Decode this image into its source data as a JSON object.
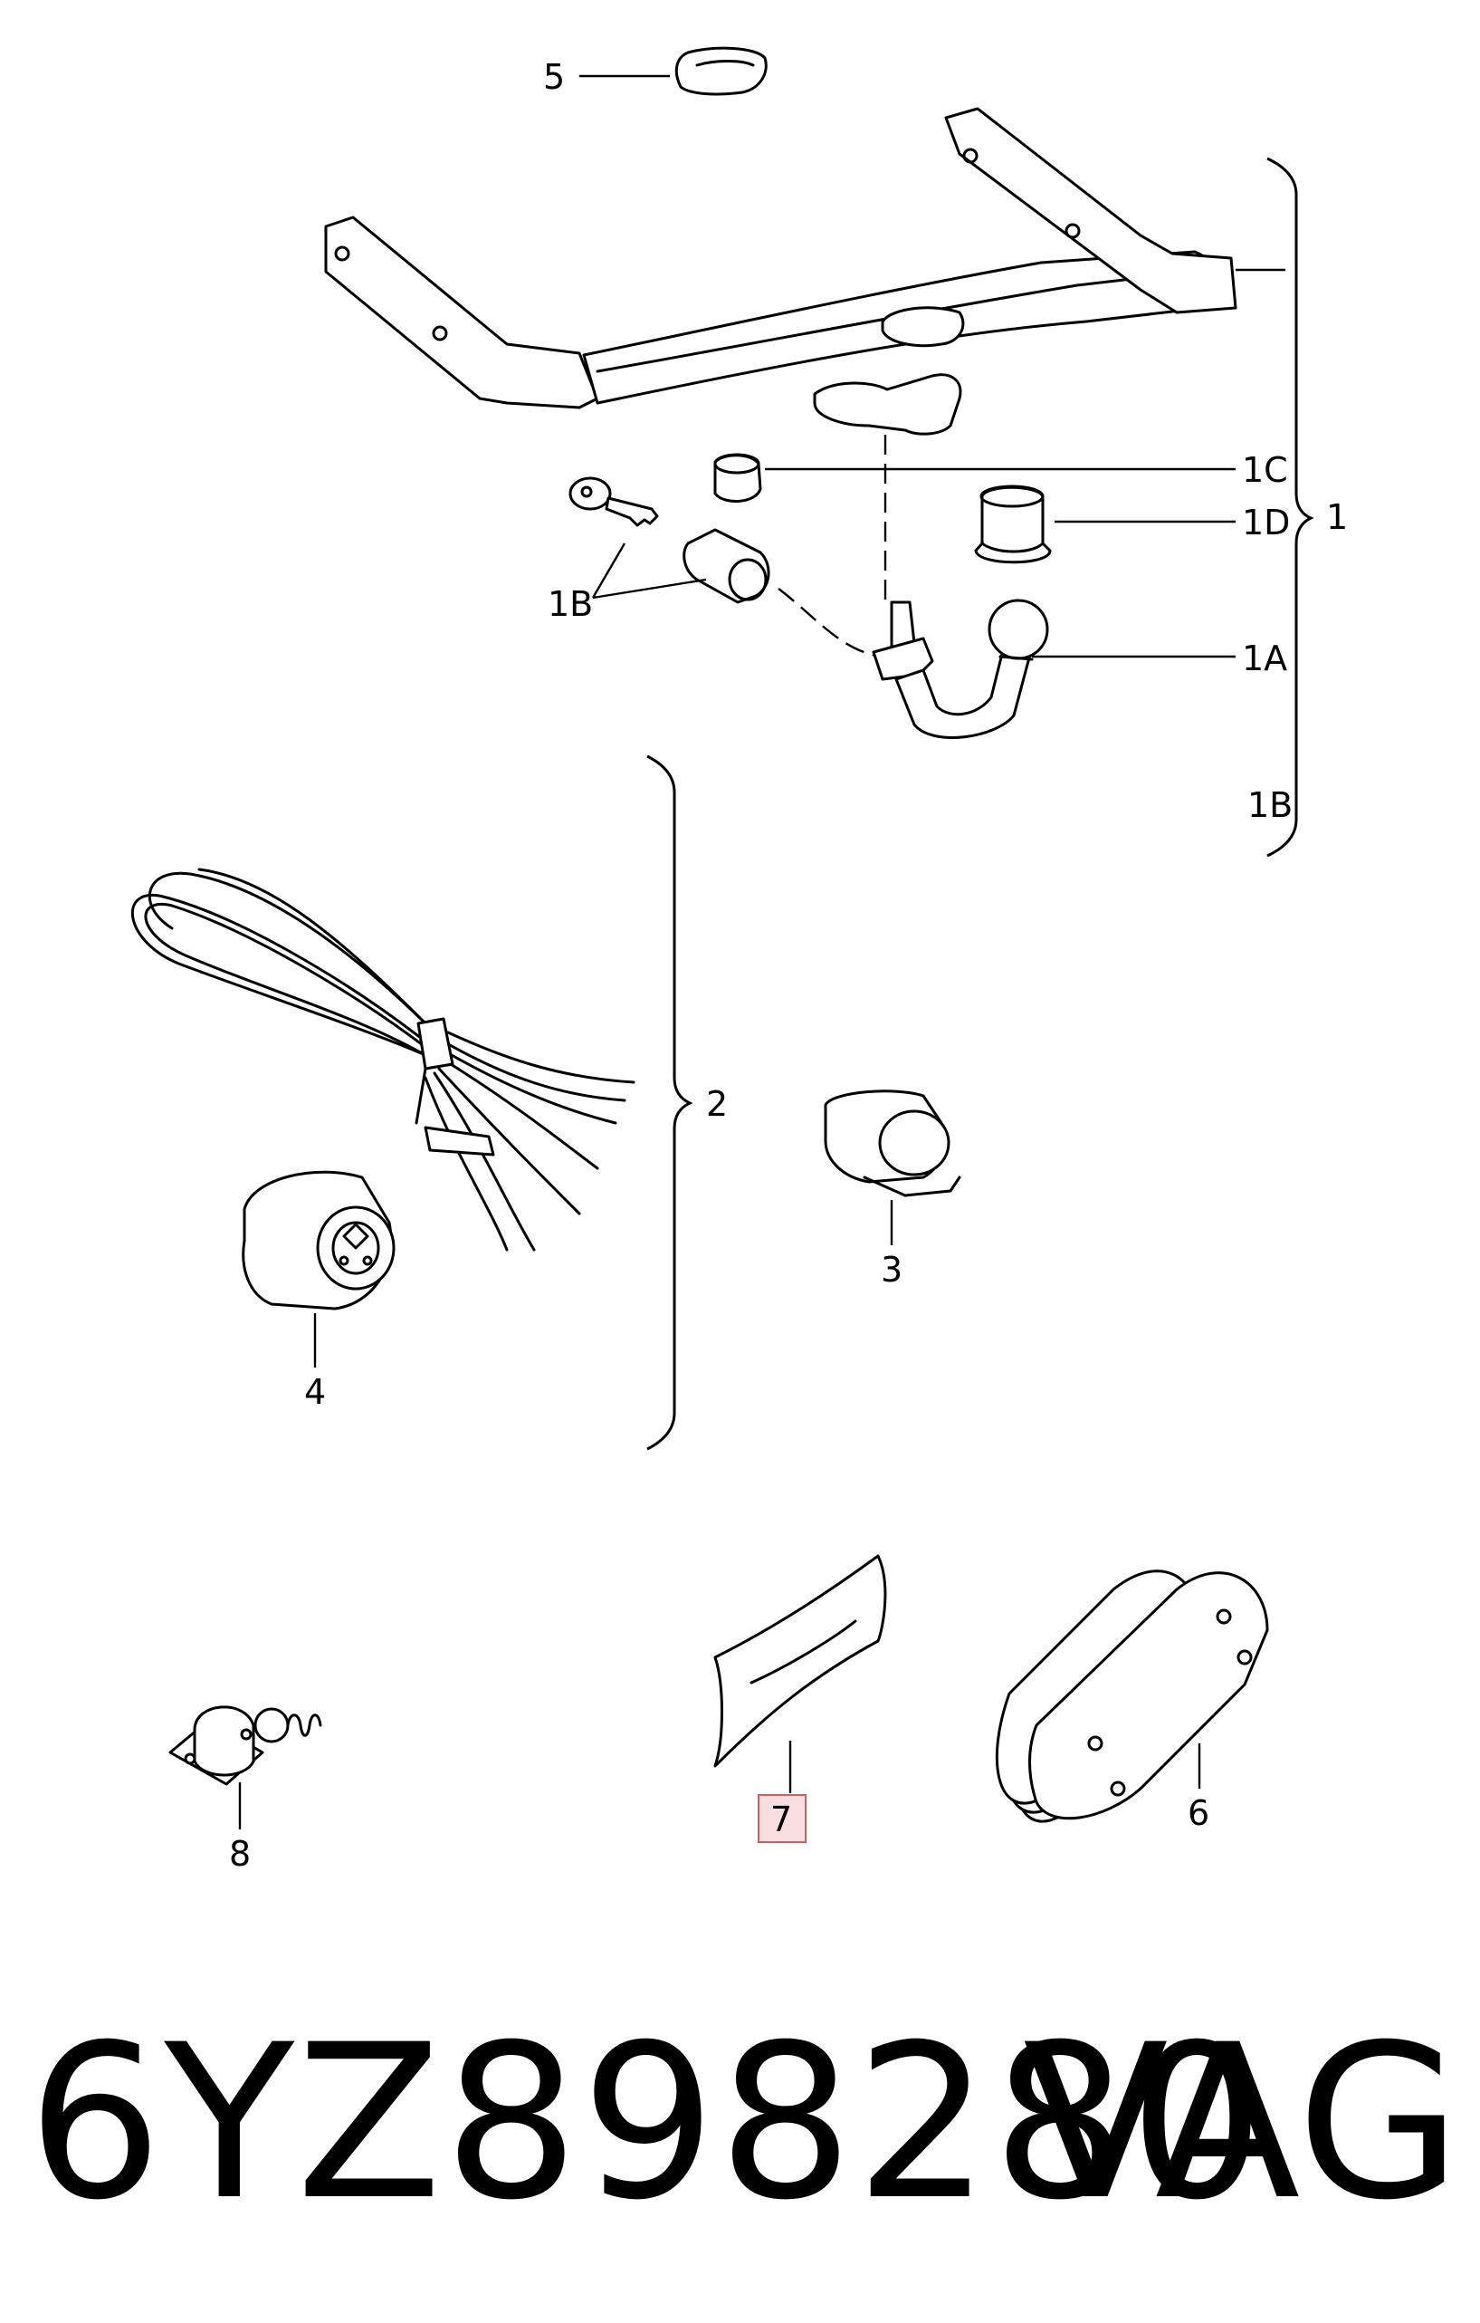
{
  "callouts": {
    "c1": "1",
    "c1a": "1A",
    "c1b_left": "1B",
    "c1b_right": "1B",
    "c1c": "1C",
    "c1d": "1D",
    "c2": "2",
    "c3": "3",
    "c4": "4",
    "c5": "5",
    "c6": "6",
    "c7": "7",
    "c8": "8"
  },
  "highlight_color": "#f8dede",
  "caption": {
    "part_number": "6YZ898280",
    "brand": "VAG"
  }
}
